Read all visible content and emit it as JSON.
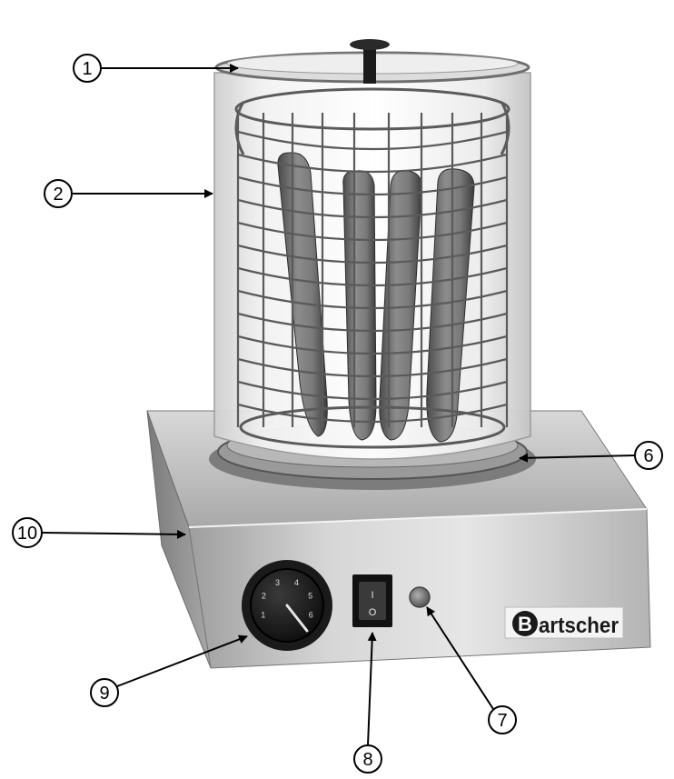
{
  "brand": {
    "initial": "B",
    "rest": "artscher"
  },
  "dial": {
    "marks": [
      "1",
      "2",
      "3",
      "4",
      "5",
      "6"
    ]
  },
  "switch": {
    "on_mark": "I",
    "off_mark": "O"
  },
  "callouts": [
    {
      "id": "1",
      "target": "lid"
    },
    {
      "id": "2",
      "target": "glass-cylinder"
    },
    {
      "id": "6",
      "target": "base-ring"
    },
    {
      "id": "7",
      "target": "indicator-lamp"
    },
    {
      "id": "8",
      "target": "power-switch"
    },
    {
      "id": "9",
      "target": "temperature-knob"
    },
    {
      "id": "10",
      "target": "housing"
    }
  ]
}
